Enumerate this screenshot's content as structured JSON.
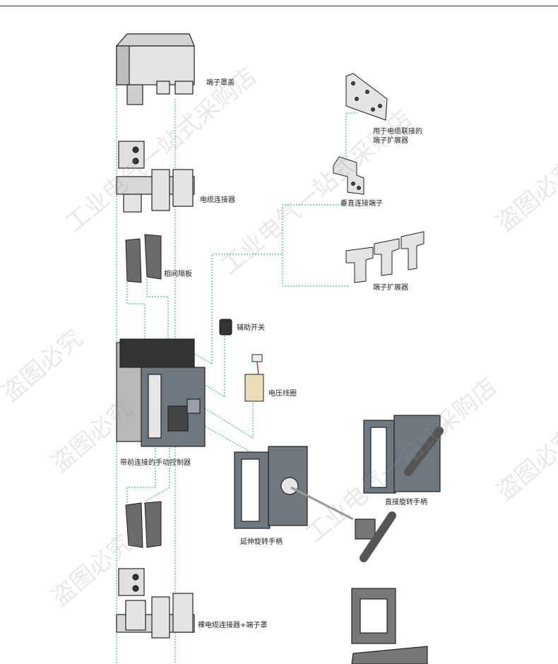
{
  "labels": {
    "terminal_cover": "端子罩盖",
    "cable_terminal_extender_line1": "用于电缆联接的",
    "cable_terminal_extender_line2": "端子扩展器",
    "cable_connector": "电缆连接器",
    "vertical_terminal": "垂直连接端子",
    "phase_barrier": "相间隔板",
    "terminal_extender": "端子扩展器",
    "aux_switch": "辅助开关",
    "voltage_coil": "电压线圈",
    "breaker": "带前连接的手动控制器",
    "direct_rotary_handle": "直接旋转手柄",
    "extended_rotary_handle": "延伸旋转手柄",
    "bare_cable_connector": "裸电缆连接器+端子罩"
  },
  "watermarks": [
    "工业电气一站式采购店",
    "盗图必究",
    "工业电气一站式采购店",
    "盗图必究",
    "盗图必究",
    "工业电气一站式采购店",
    "盗图必究",
    "盗图必究"
  ],
  "colors": {
    "leader": "#3cc36a",
    "part_light": "#e4e4e4",
    "part_dark": "#6e7880",
    "outline": "#222222"
  }
}
